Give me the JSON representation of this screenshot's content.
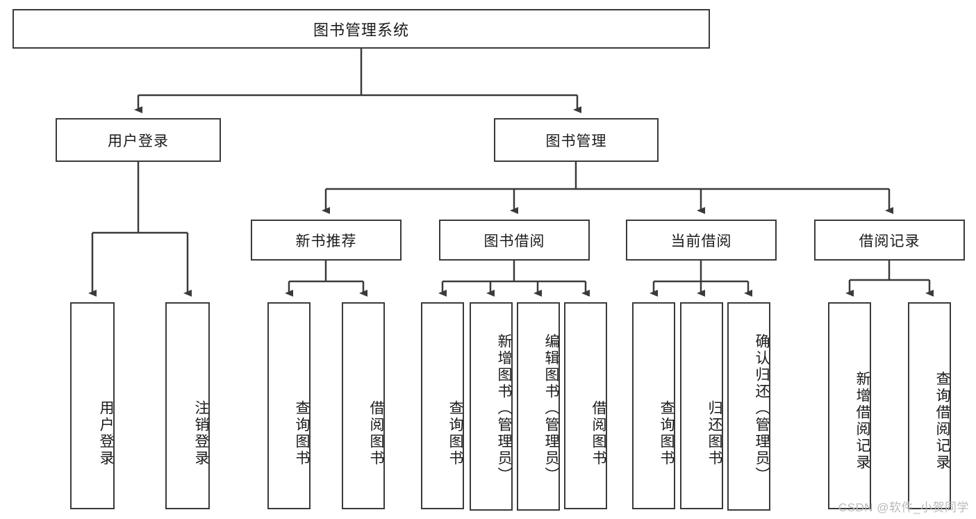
{
  "diagram": {
    "type": "tree-hierarchy-flowchart",
    "root": {
      "id": "root",
      "label": "图书管理系统"
    },
    "level2": [
      {
        "id": "user-login",
        "label": "用户登录"
      },
      {
        "id": "book-management",
        "label": "图书管理"
      }
    ],
    "level3": [
      {
        "id": "new-book-recommend",
        "label": "新书推荐",
        "parent": "book-management"
      },
      {
        "id": "book-borrow",
        "label": "图书借阅",
        "parent": "book-management"
      },
      {
        "id": "current-borrow",
        "label": "当前借阅",
        "parent": "book-management"
      },
      {
        "id": "borrow-record",
        "label": "借阅记录",
        "parent": "book-management"
      }
    ],
    "leaves": [
      {
        "id": "leaf-user-login",
        "label": "用户登录",
        "parent": "user-login"
      },
      {
        "id": "leaf-logout-login",
        "label": "注销登录",
        "parent": "user-login"
      },
      {
        "id": "leaf-query-book-1",
        "label": "查询图书",
        "parent": "new-book-recommend"
      },
      {
        "id": "leaf-borrow-book-1",
        "label": "借阅图书",
        "parent": "new-book-recommend"
      },
      {
        "id": "leaf-query-book-2",
        "label": "查询图书",
        "parent": "book-borrow"
      },
      {
        "id": "leaf-add-book",
        "label": "新增图书（管理员）",
        "parent": "book-borrow"
      },
      {
        "id": "leaf-edit-book",
        "label": "编辑图书（管理员）",
        "parent": "book-borrow"
      },
      {
        "id": "leaf-borrow-book-2",
        "label": "借阅图书",
        "parent": "book-borrow"
      },
      {
        "id": "leaf-query-book-3",
        "label": "查询图书",
        "parent": "current-borrow"
      },
      {
        "id": "leaf-return-book",
        "label": "归还图书",
        "parent": "current-borrow"
      },
      {
        "id": "leaf-confirm-return",
        "label": "确认归还（管理员）",
        "parent": "current-borrow"
      },
      {
        "id": "leaf-add-record",
        "label": "新增借阅记录",
        "parent": "borrow-record"
      },
      {
        "id": "leaf-query-record",
        "label": "查询借阅记录",
        "parent": "borrow-record"
      }
    ]
  },
  "watermark": {
    "text": "CSDN @软件_小贺同学"
  },
  "colors": {
    "border": "#3a3a3a",
    "text": "#1a1a1a",
    "background": "#ffffff",
    "watermark": "#b9b9b9"
  }
}
